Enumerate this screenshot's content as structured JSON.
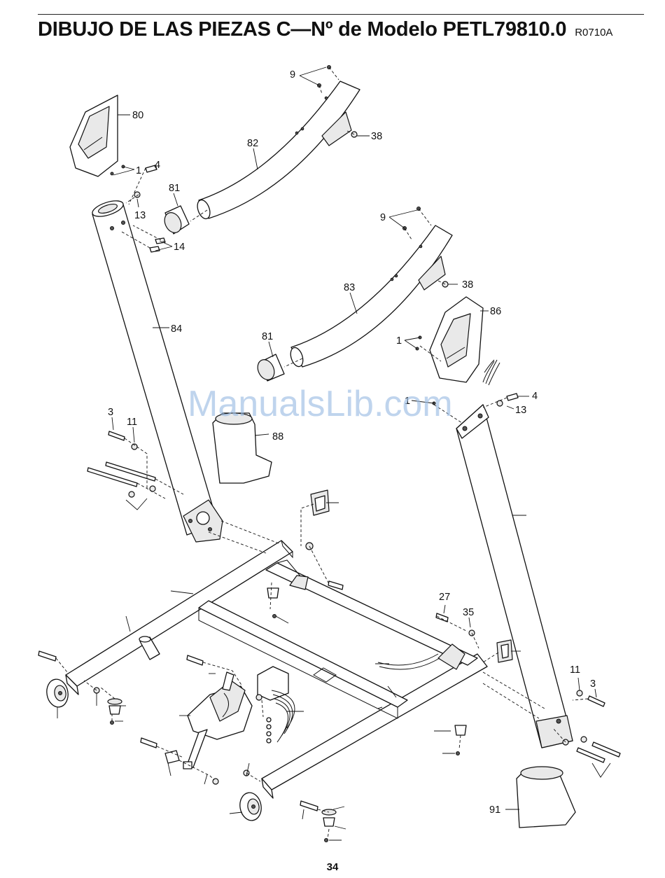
{
  "header": {
    "title": "DIBUJO DE LAS PIEZAS C—Nº de Modelo PETL79810.0",
    "code": "R0710A"
  },
  "watermark": {
    "text": "ManualsLib.com",
    "color": "#9dbde4"
  },
  "page_number": "34",
  "part_labels": {
    "p9a": "9",
    "p38a": "38",
    "p80": "80",
    "p82": "82",
    "p1a": "1",
    "p4a": "4",
    "p81a": "81",
    "p13a": "13",
    "p14": "14",
    "p9b": "9",
    "p38b": "38",
    "p83": "83",
    "p86": "86",
    "p84": "84",
    "p81b": "81",
    "p1b": "1",
    "p1c": "1",
    "p4b": "4",
    "p13b": "13",
    "p3a": "3",
    "p11a": "11",
    "p88": "88",
    "p27": "27",
    "p35": "35",
    "p11b": "11",
    "p3b": "3",
    "p91": "91"
  }
}
